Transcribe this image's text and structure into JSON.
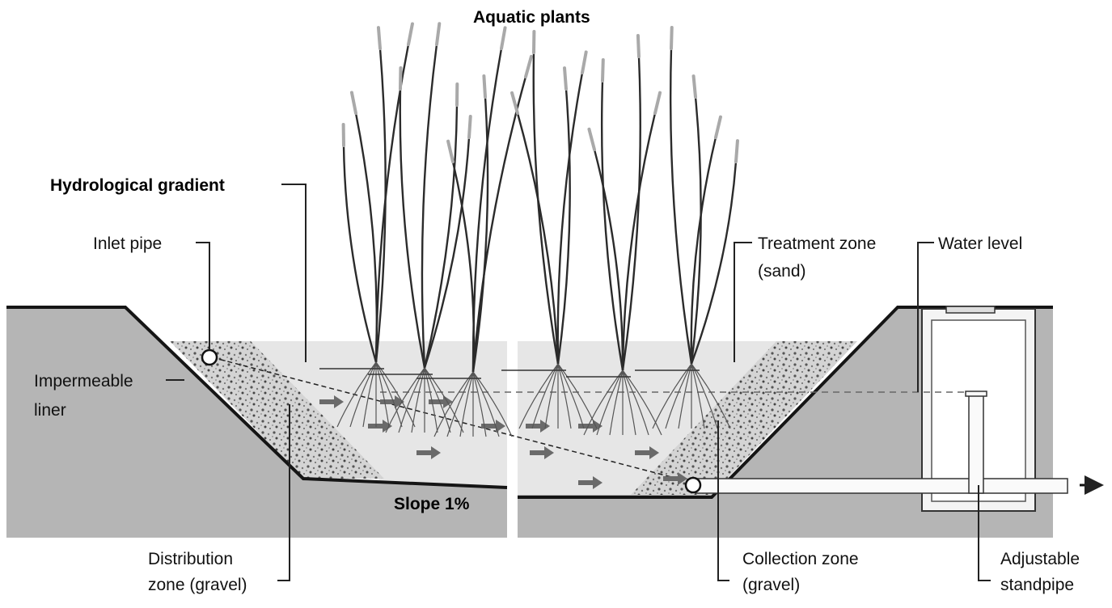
{
  "labels": {
    "aquatic_plants": "Aquatic plants",
    "hydrological_gradient": "Hydrological gradient",
    "inlet_pipe": "Inlet pipe",
    "impermeable_liner_1": "Impermeable",
    "impermeable_liner_2": "liner",
    "treatment_zone_1": "Treatment zone",
    "treatment_zone_2": "(sand)",
    "water_level": "Water level",
    "slope": "Slope 1%",
    "distribution_zone_1": "Distribution",
    "distribution_zone_2": "zone (gravel)",
    "collection_zone_1": "Collection zone",
    "collection_zone_2": "(gravel)",
    "adjustable_standpipe_1": "Adjustable",
    "adjustable_standpipe_2": "standpipe"
  },
  "colors": {
    "ground": "#b5b5b5",
    "liner": "#1a1a1a",
    "sand": "#e8e8e8",
    "gravel": "#c9c9c9",
    "reed": "#2b2b2b",
    "reed_tip": "#a9a9a9",
    "flow_arrow": "#6a6a6a",
    "leader": "#222222"
  }
}
